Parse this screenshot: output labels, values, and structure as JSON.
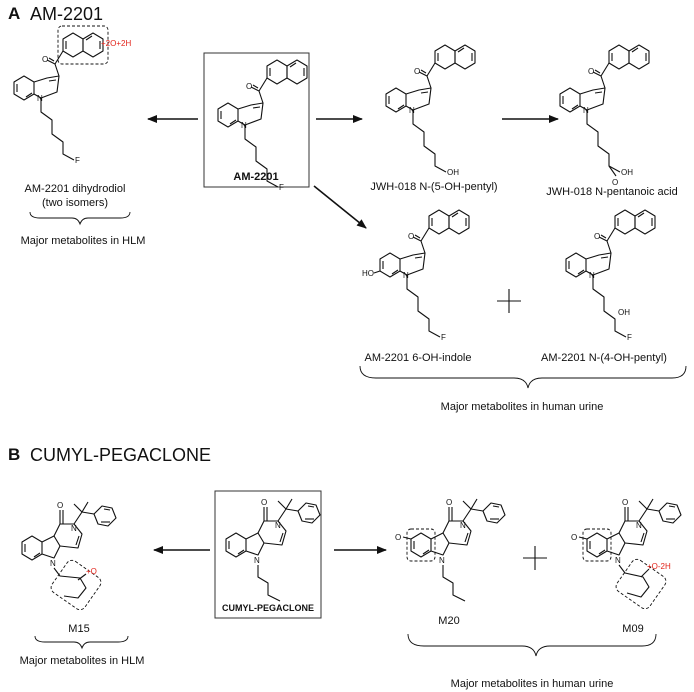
{
  "panel_a": {
    "letter": "A",
    "title": "AM-2201",
    "parent_label": "AM-2201",
    "dihydrodiol_line1": "AM-2201 dihydrodiol",
    "dihydrodiol_line2": "(two isomers)",
    "dihydrodiol_annotation": "+2O+2H",
    "hlm_caption": "Major metabolites in HLM",
    "jwh_5oh": "JWH-018 N-(5-OH-pentyl)",
    "jwh_acid": "JWH-018 N-pentanoic acid",
    "oh_indole": "AM-2201 6-OH-indole",
    "oh_pentyl": "AM-2201 N-(4-OH-pentyl)",
    "urine_caption": "Major metabolites in human urine",
    "atoms": {
      "O": "O",
      "N": "N",
      "F": "F",
      "OH": "OH",
      "HO": "HO"
    }
  },
  "panel_b": {
    "letter": "B",
    "title": "CUMYL-PEGACLONE",
    "parent_label": "CUMYL-PEGACLONE",
    "m15": "M15",
    "m15_annotation": "+O",
    "m20": "M20",
    "m09": "M09",
    "m09_annotation": "+O-2H",
    "hlm_caption": "Major metabolites in HLM",
    "urine_caption": "Major metabolites in human urine",
    "o_mark": "O"
  }
}
